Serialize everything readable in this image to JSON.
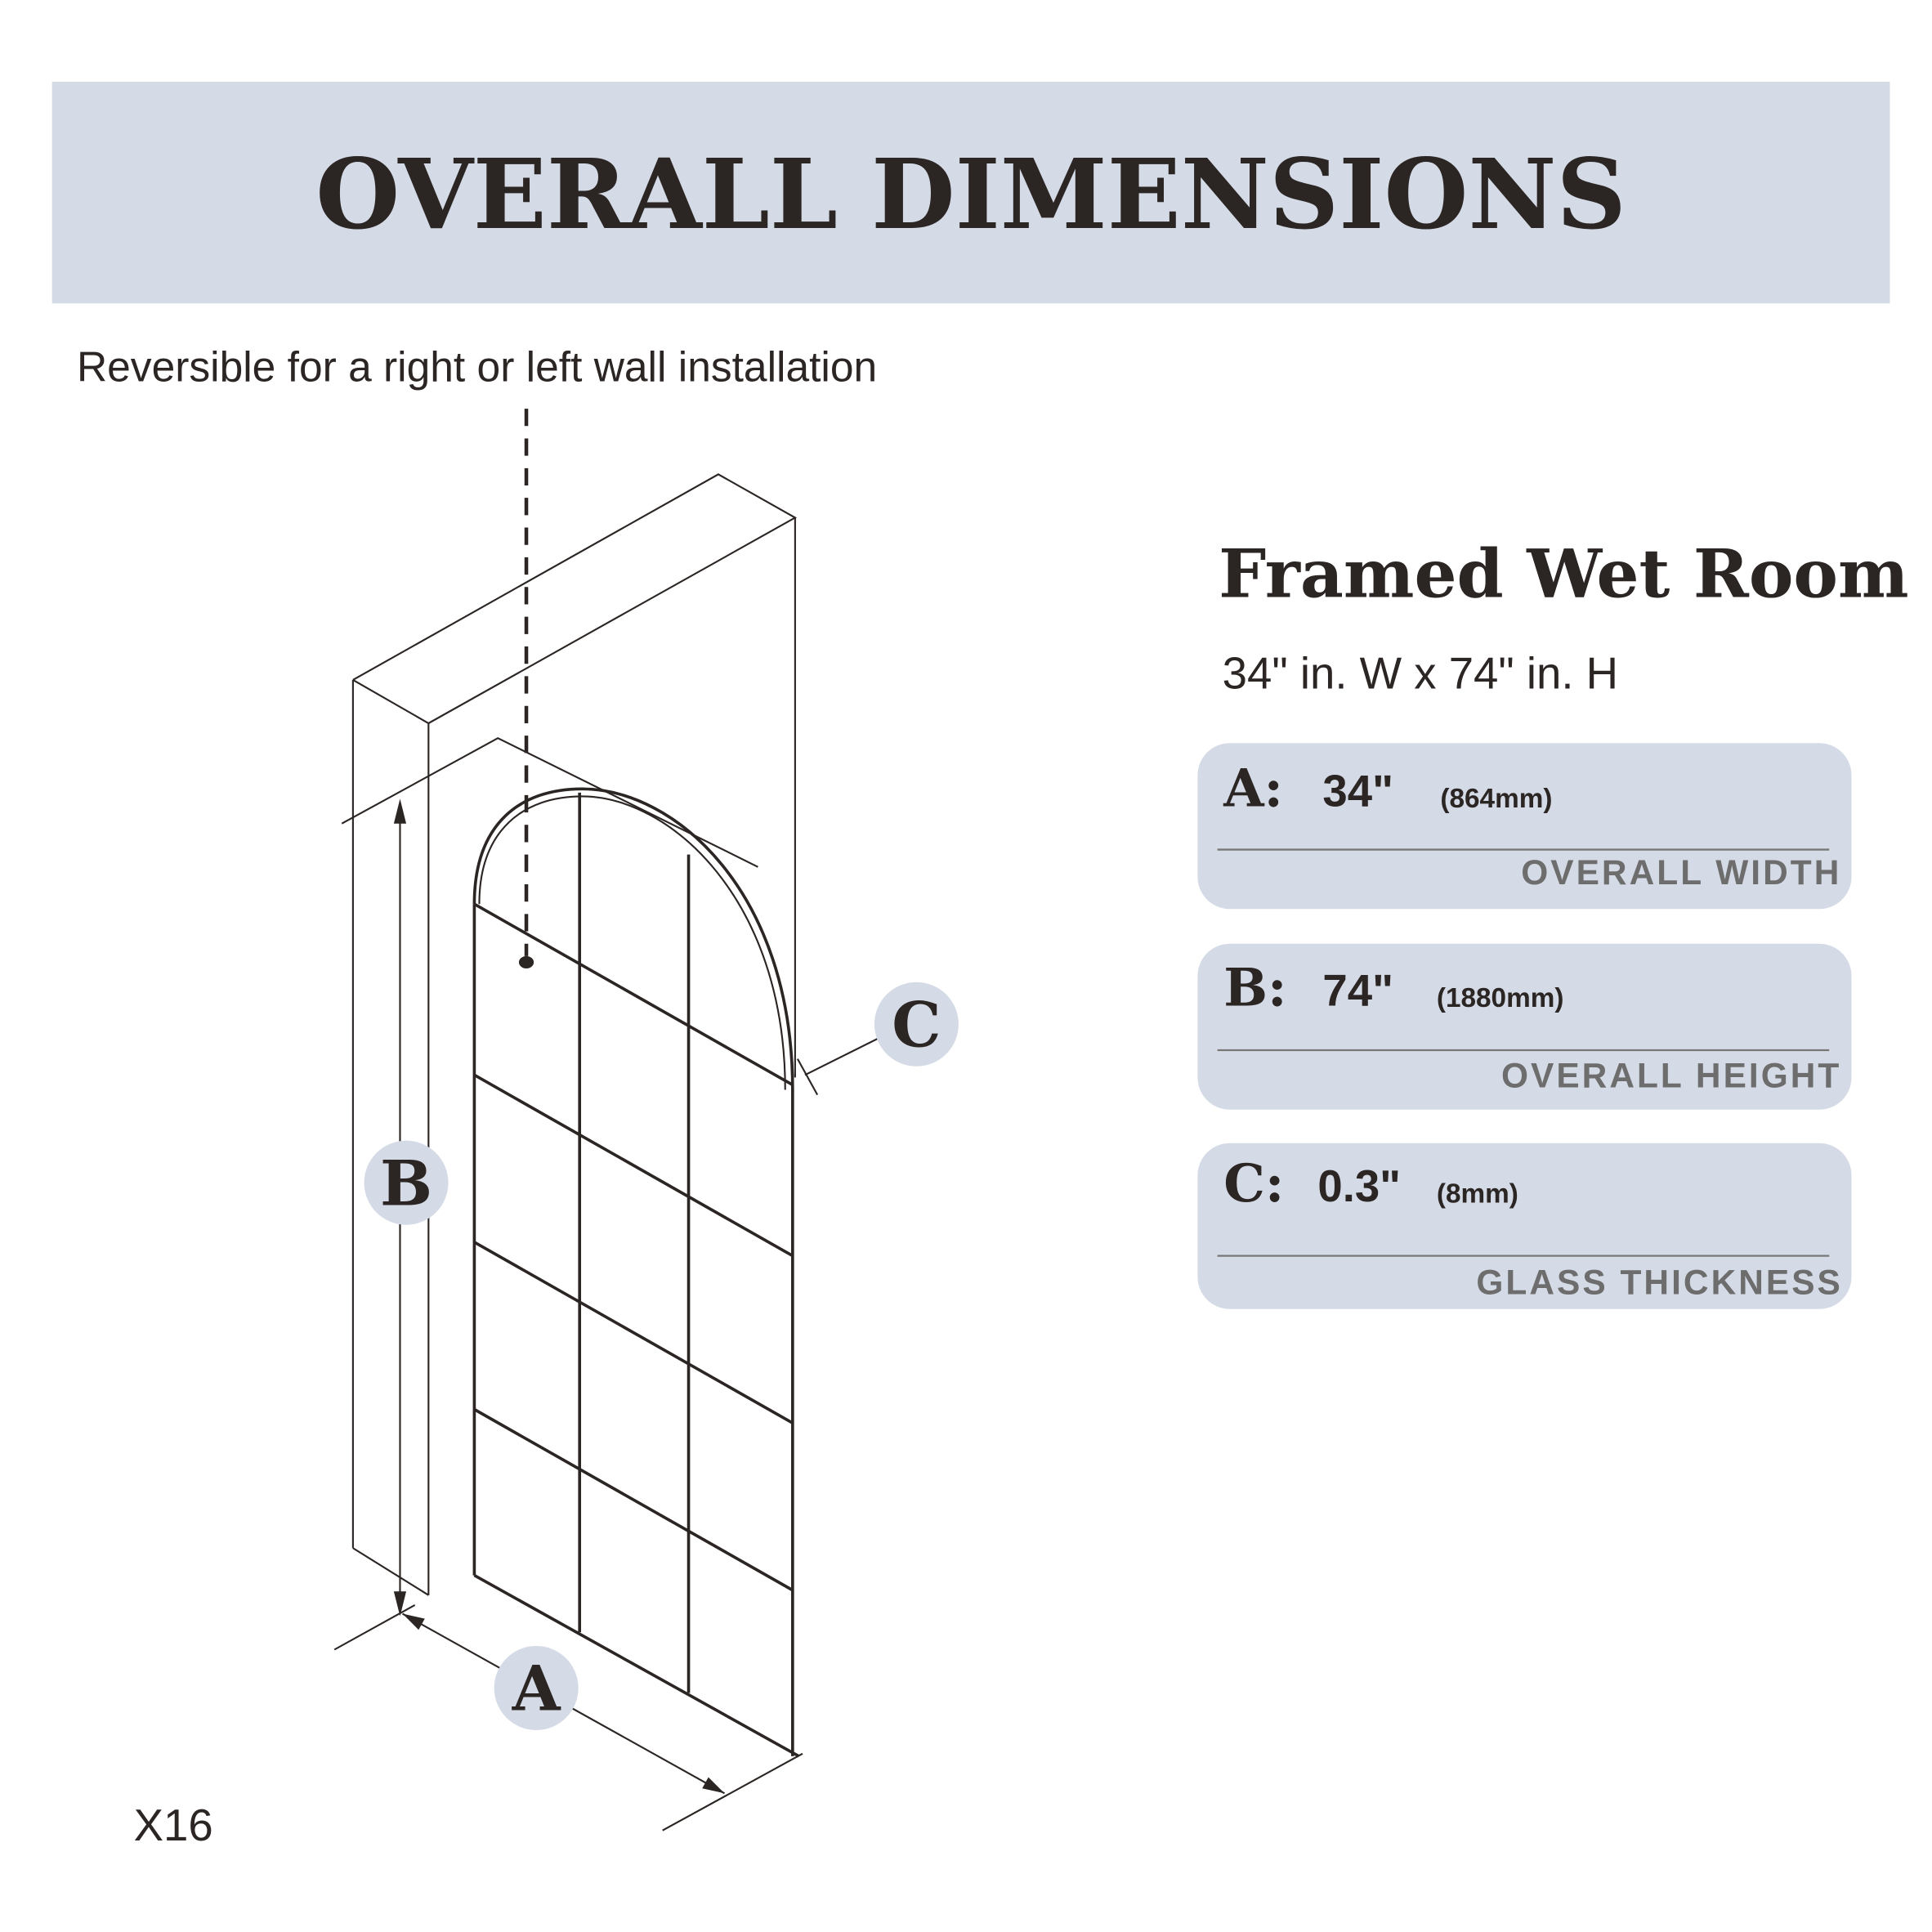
{
  "header": {
    "title": "OVERALL DIMENSIONS"
  },
  "note": "Reversible for a right or left wall installation",
  "product": {
    "name": "Framed Wet Room",
    "size": "34\" in. W x 74\" in. H"
  },
  "specs": [
    {
      "letter": "A:",
      "value": "34\"",
      "metric": "(864mm)",
      "label": "OVERALL WIDTH"
    },
    {
      "letter": "B:",
      "value": "74\"",
      "metric": "(1880mm)",
      "label": "OVERALL HEIGHT"
    },
    {
      "letter": "C:",
      "value": "0.3\"",
      "metric": "(8mm)",
      "label": "GLASS THICKNESS"
    }
  ],
  "diagram": {
    "marker_a": "A",
    "marker_b": "B",
    "marker_c": "C"
  },
  "model": "X16",
  "colors": {
    "banner": "#d5dbe6",
    "card": "#d5dbe6",
    "ink": "#2b2523",
    "label": "#6d6d6d"
  }
}
